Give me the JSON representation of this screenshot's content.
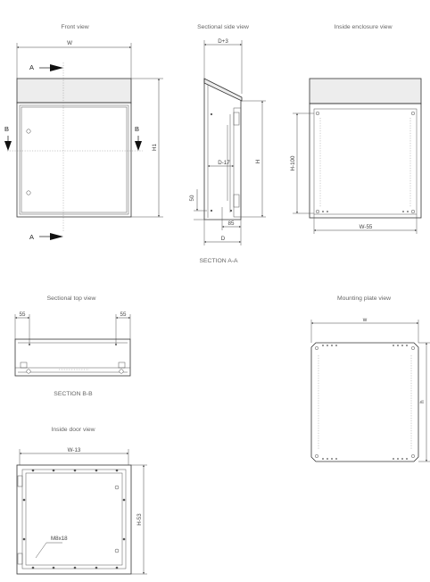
{
  "titles": {
    "front": "Front view",
    "side": "Sectional side view",
    "inside_enclosure": "Inside enclosure view",
    "top": "Sectional top view",
    "mounting": "Mounting plate view",
    "door": "Inside door view"
  },
  "captions": {
    "section_aa": "SECTION A-A",
    "section_bb": "SECTION B-B"
  },
  "front_view": {
    "dim_w": "W",
    "dim_h1": "H1",
    "sec_a_top": "A",
    "sec_a_bottom": "A",
    "sec_b_left": "B",
    "sec_b_right": "B"
  },
  "side_view": {
    "dim_d3": "D+3",
    "dim_d17": "D-17",
    "dim_d": "D",
    "dim_h": "H",
    "dim_50": "50",
    "dim_85": "85"
  },
  "enclosure_view": {
    "dim_h100": "H-100",
    "dim_w55": "W-55"
  },
  "top_view": {
    "dim_left": "55",
    "dim_right": "55"
  },
  "mounting_view": {
    "dim_w": "w",
    "dim_h": "h"
  },
  "door_view": {
    "dim_w13": "W-13",
    "dim_h53": "H-53",
    "callout": "M8x18"
  }
}
